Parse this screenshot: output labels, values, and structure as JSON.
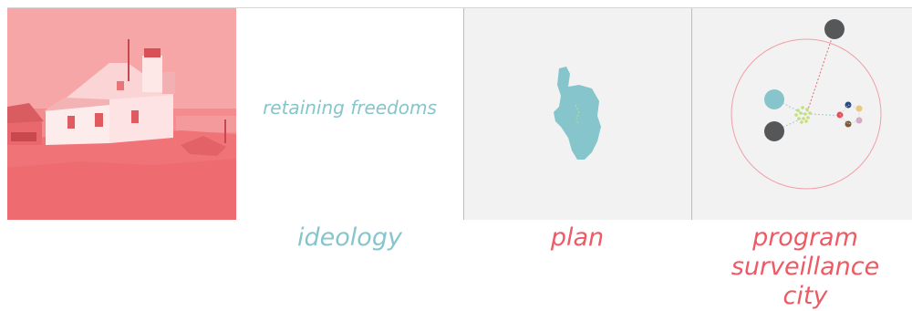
{
  "panels": {
    "ideology": {
      "tagline": "retaining freedoms"
    }
  },
  "captions": {
    "ideology": "ideology",
    "plan": "plan",
    "program_lines": [
      "program",
      "surveillance",
      "city"
    ]
  },
  "colors": {
    "photo_tint": "#f47a7e",
    "teal": "#86c5cc",
    "coral": "#ee5a64",
    "panel_gray": "#f2f2f2",
    "dark_node": "#555759",
    "dot_green": "#c6dd7a"
  },
  "icons": [
    "lighthouse-photo",
    "island-map",
    "network-diagram"
  ]
}
